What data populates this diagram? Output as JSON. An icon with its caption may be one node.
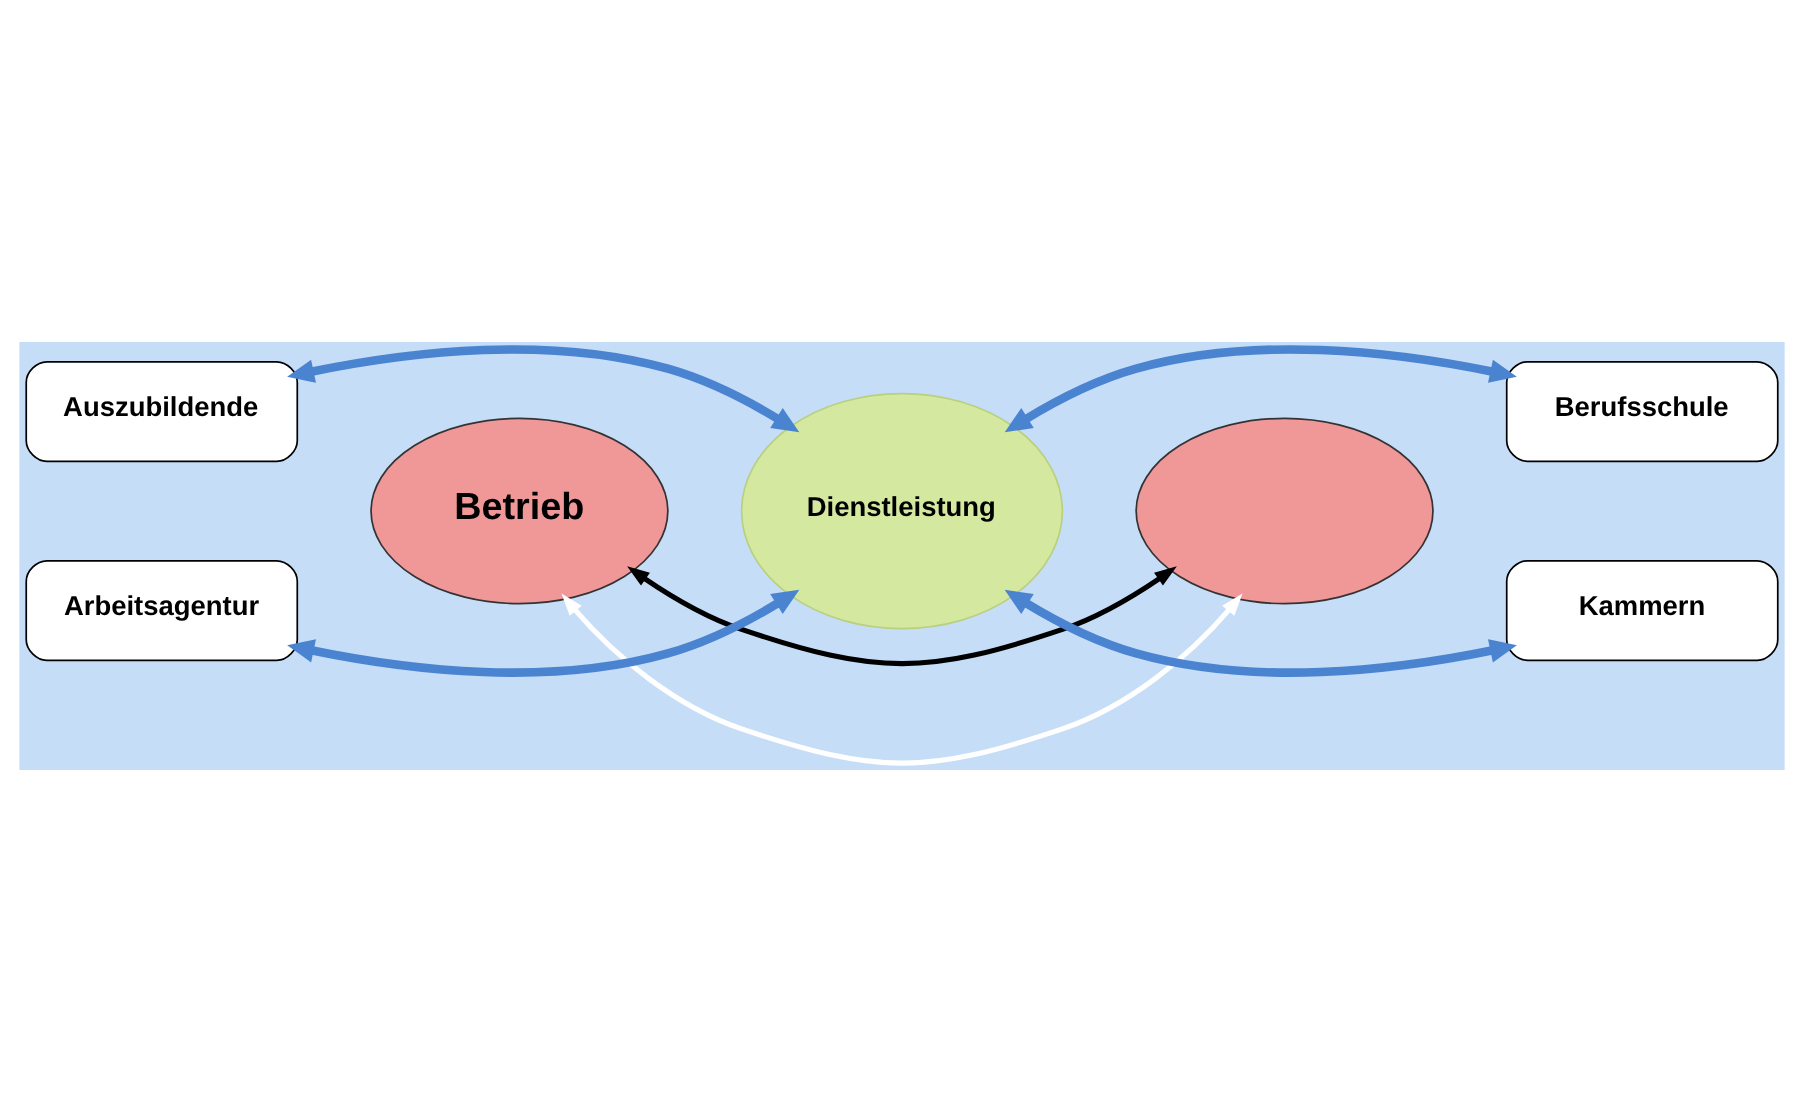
{
  "diagram": {
    "nodes": [
      {
        "text": [
          "Auszubildende"
        ]
      },
      {
        "text": [
          "Berufsschule"
        ]
      },
      {
        "text": [
          "Dienstleistung"
        ]
      },
      {
        "text": [
          "Betrieb"
        ]
      },
      {
        "text": [],
        "shape": "ellipse"
      },
      {
        "text": [
          "Arbeitsagentur"
        ]
      },
      {
        "text": [
          "Kammern"
        ]
      }
    ],
    "edges": [
      {
        "from": 0,
        "to": 2,
        "arrow": "both"
      },
      {
        "from": 1,
        "to": 2,
        "arrow": "both"
      },
      {
        "from": 3,
        "to": 4,
        "arrow": "both",
        "color": "#ffffff"
      },
      {
        "from": 3,
        "to": 4,
        "arrow": "both",
        "color": "#000000"
      },
      {
        "from": 5,
        "to": 2,
        "arrow": "both"
      },
      {
        "from": 6,
        "to": 2,
        "arrow": "both"
      }
    ]
  }
}
